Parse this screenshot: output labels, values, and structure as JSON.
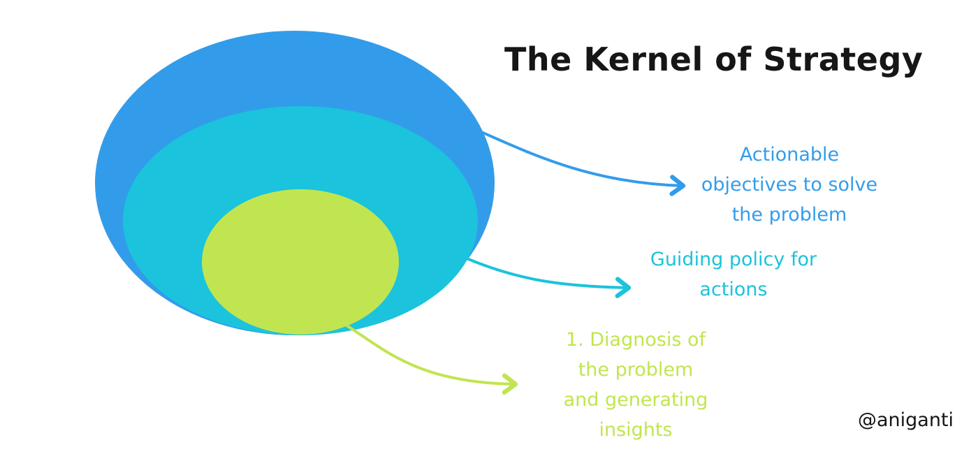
{
  "diagram": {
    "title": "The Kernel of Strategy",
    "layers": [
      {
        "id": "actions",
        "label_lines": [
          "Actionable",
          "objectives to solve",
          "the problem"
        ],
        "color": "#339CEA"
      },
      {
        "id": "policy",
        "label_lines": [
          "Guiding policy for",
          "actions"
        ],
        "color": "#1BC3DC"
      },
      {
        "id": "diagnosis",
        "label_lines": [
          "1. Diagnosis of",
          "the problem",
          "and generating",
          "insights"
        ],
        "color": "#C1E550"
      }
    ],
    "watermark": "@aniganti"
  }
}
